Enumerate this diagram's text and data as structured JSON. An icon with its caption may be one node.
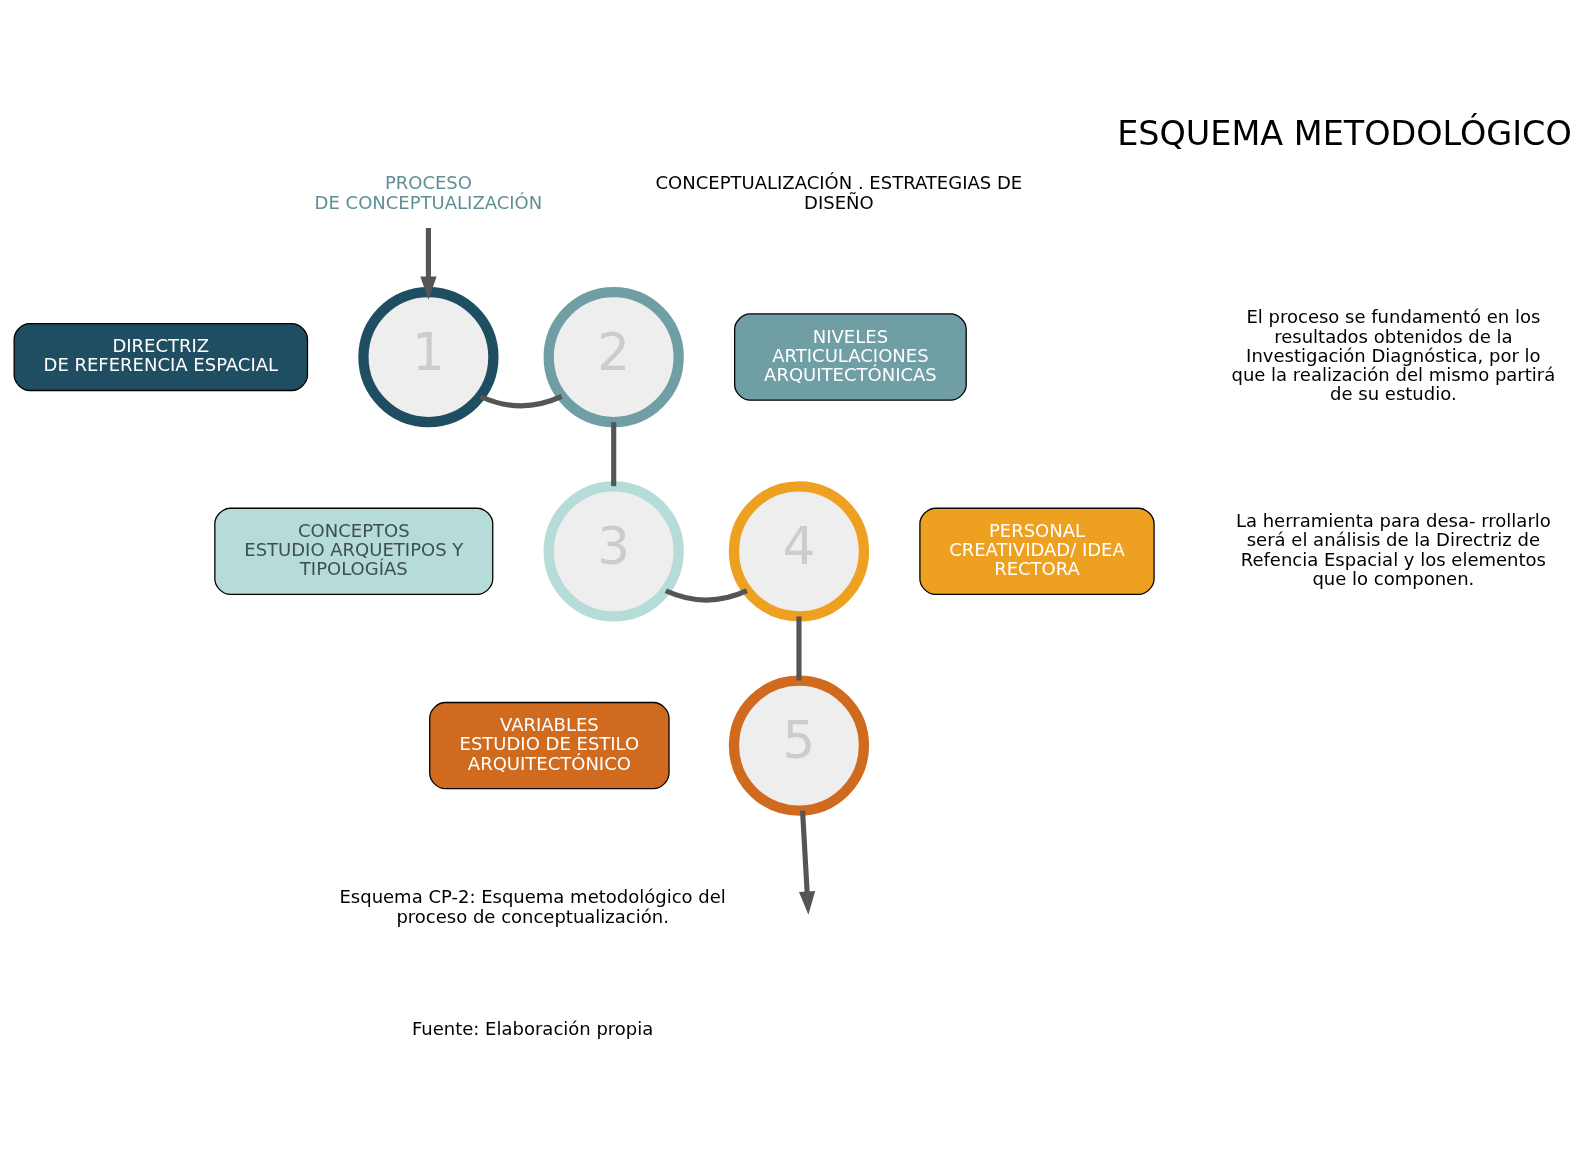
{
  "diagram": {
    "title": "ESQUEMA METODOLÓGICO",
    "caption": "Esquema CP-2: Esquema metodológico del proceso de conceptualización.",
    "nodes": [
      {
        "text": [
          "PROCESO",
          "DE CONCEPTUALIZACIÓN"
        ]
      },
      {
        "text": [
          "DIRECTRIZ",
          "DE REFERENCIA ESPACIAL"
        ]
      },
      {
        "text": [
          "1"
        ]
      },
      {
        "text": [
          "2"
        ]
      },
      {
        "text": [
          "NIVELES",
          "ARTICULACIONES ARQUITECTÓNICAS"
        ]
      },
      {
        "text": [
          "CONCEPTOS",
          "ESTUDIO ARQUETIPOS Y TIPOLOGÍAS"
        ]
      },
      {
        "text": [
          "3"
        ]
      },
      {
        "text": [
          "4"
        ]
      },
      {
        "text": [
          "PERSONAL",
          "CREATIVIDAD/ IDEA RECTORA"
        ]
      },
      {
        "text": [
          "VARIABLES",
          "ESTUDIO DE ESTILO ARQUITECTÓNICO"
        ]
      },
      {
        "text": [
          "5"
        ]
      }
    ],
    "edges": [
      {
        "from": 0,
        "to": 2,
        "arrow": "to"
      },
      {
        "from": 2,
        "to": 3,
        "arrow": "none"
      },
      {
        "from": 3,
        "to": 6,
        "arrow": "none"
      },
      {
        "from": 6,
        "to": 7,
        "arrow": "none"
      },
      {
        "from": 7,
        "to": 10,
        "arrow": "none"
      },
      {
        "from": 10,
        "to": null,
        "arrow": "to"
      }
    ],
    "labels": [
      "CONCEPTUALIZACIÓN . ESTRATEGIAS DE DISEÑO",
      "El proceso se fundamentó en los resultados obtenidos de la Investigación Diagnóstica, por lo que la realización del mismo partirá de su estudio.",
      "La herramienta para desa- rrollarlo será el análisis de la Directriz de Refencia Espacial y los elementos que lo componen.",
      "Fuente: Elaboración propia"
    ]
  }
}
